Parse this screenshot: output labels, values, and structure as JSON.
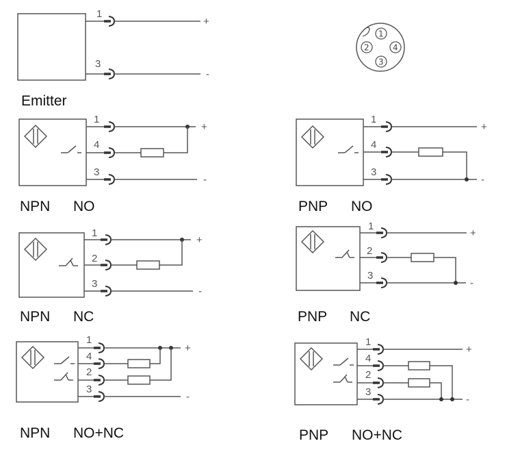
{
  "title": "Sensor wiring diagrams",
  "connector": {
    "pins": [
      "1",
      "2",
      "3",
      "4"
    ]
  },
  "diagrams": [
    {
      "id": "emitter",
      "caption": [
        "Emitter"
      ],
      "pins": [
        "1",
        "3"
      ],
      "polarity": [
        "+",
        "-"
      ]
    },
    {
      "id": "npn-no",
      "caption": [
        "NPN",
        "NO"
      ],
      "pins": [
        "1",
        "4",
        "3"
      ],
      "polarity": [
        "+",
        "-"
      ]
    },
    {
      "id": "pnp-no",
      "caption": [
        "PNP",
        "NO"
      ],
      "pins": [
        "1",
        "4",
        "3"
      ],
      "polarity": [
        "+",
        "-"
      ]
    },
    {
      "id": "npn-nc",
      "caption": [
        "NPN",
        "NC"
      ],
      "pins": [
        "1",
        "2",
        "3"
      ],
      "polarity": [
        "+",
        "-"
      ]
    },
    {
      "id": "pnp-nc",
      "caption": [
        "PNP",
        "NC"
      ],
      "pins": [
        "1",
        "2",
        "3"
      ],
      "polarity": [
        "+",
        "-"
      ]
    },
    {
      "id": "npn-nonc",
      "caption": [
        "NPN",
        "NO+NC"
      ],
      "pins": [
        "1",
        "4",
        "2",
        "3"
      ],
      "polarity": [
        "+",
        "-"
      ]
    },
    {
      "id": "pnp-nonc",
      "caption": [
        "PNP",
        "NO+NC"
      ],
      "pins": [
        "1",
        "4",
        "2",
        "3"
      ],
      "polarity": [
        "+",
        "-"
      ]
    }
  ]
}
